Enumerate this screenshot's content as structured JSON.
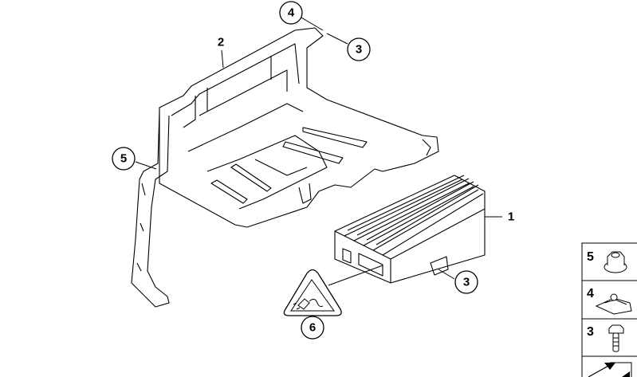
{
  "callouts": {
    "amplifier": "1",
    "bracket": "2",
    "screw_top": "3",
    "clip_nut": "4",
    "support": "5",
    "screw_amp": "3",
    "warning": "6"
  },
  "legend": [
    {
      "number": "5",
      "part": "nut-icon"
    },
    {
      "number": "4",
      "part": "clip-nut-icon"
    },
    {
      "number": "3",
      "part": "screw-icon"
    }
  ]
}
